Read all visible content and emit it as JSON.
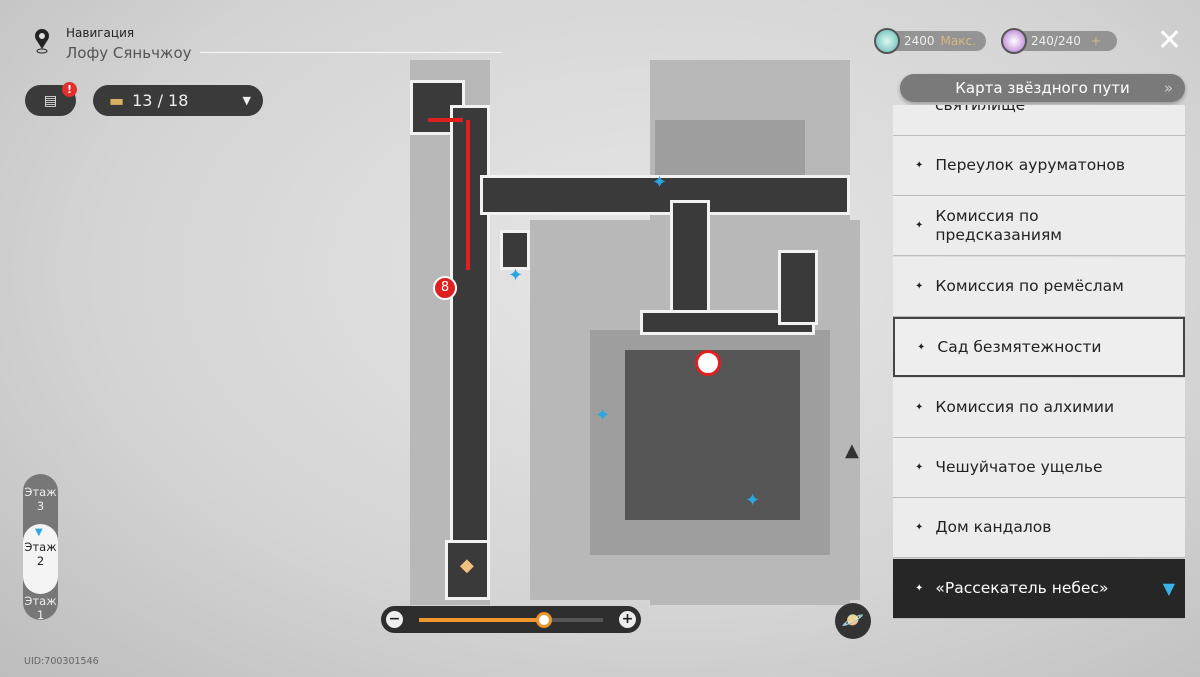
{
  "header": {
    "nav_label": "Навигация",
    "location": "Лофу Сяньчжоу",
    "mission_alert": "!",
    "chest_count": "13 / 18"
  },
  "currency": {
    "power": "2400",
    "power_max": "Макс.",
    "fuel": "240/240",
    "plus": "+"
  },
  "star_map_button": "Карта звёздного пути",
  "locations": [
    {
      "label": "святилище"
    },
    {
      "label": "Переулок ауруматонов"
    },
    {
      "label": "Комиссия по предсказаниям"
    },
    {
      "label": "Комиссия по ремёслам"
    },
    {
      "label": "Сад безмятежности"
    },
    {
      "label": "Комиссия по алхимии"
    },
    {
      "label": "Чешуйчатое ущелье"
    },
    {
      "label": "Дом кандалов"
    },
    {
      "label": "«Рассекатель небес»"
    }
  ],
  "floors": [
    {
      "label": "Этаж",
      "num": "3"
    },
    {
      "label": "Этаж",
      "num": "2"
    },
    {
      "label": "Этаж",
      "num": "1"
    }
  ],
  "active_floor": "2",
  "map": {
    "step_marker": "8"
  },
  "zoom_level": 0.68,
  "uid": "UID:700301546",
  "colors": {
    "accent": "#f0962e",
    "selected": "#262626",
    "marker": "#2aa7e0",
    "route": "#e02020"
  }
}
